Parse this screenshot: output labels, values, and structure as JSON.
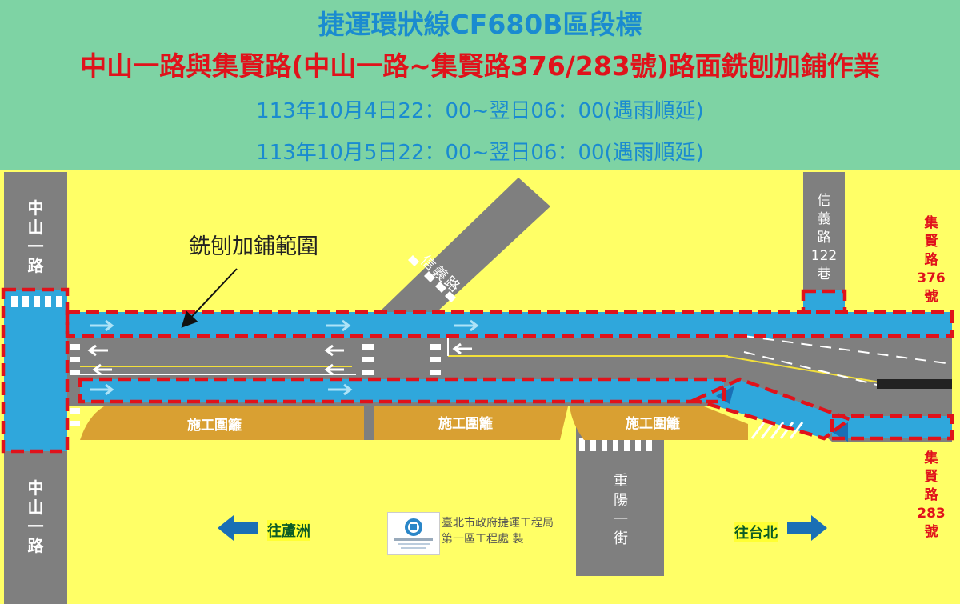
{
  "header": {
    "title": "捷運環狀線CF680B區段標",
    "subtitle": "中山一路與集賢路(中山一路~集賢路376/283號)路面銑刨加鋪作業",
    "schedule_1": "113年10月4日22：00~翌日06：00(遇雨順延)",
    "schedule_2": "113年10月5日22：00~翌日06：00(遇雨順延)"
  },
  "roads": {
    "zhongshan_top": "中\n山\n一\n路",
    "zhongshan_bottom": "中\n山\n一\n路",
    "xinyi_road": "信義路",
    "xinyi_lane": "信\n義\n路\n122\n巷",
    "chongyang": "重\n陽\n一\n街",
    "jixian_376": "集\n賢\n路\n376\n號",
    "jixian_283": "集\n賢\n路\n283\n號"
  },
  "callout": "銑刨加鋪範圍",
  "fences": [
    "施工圍籬",
    "施工圍籬",
    "施工圍籬"
  ],
  "directions": {
    "left": "往蘆洲",
    "right": "往台北"
  },
  "org": {
    "line1": "臺北市政府捷運工程局",
    "line2": "第一區工程處 製"
  },
  "colors": {
    "header_bg": "#7ed3a4",
    "background": "#ffff66",
    "road": "#7f7f7f",
    "work_zone": "#2fa7dc",
    "fence": "#d9a032",
    "dash_red": "#e0121b",
    "arrow_blue": "#1a6fb5"
  }
}
